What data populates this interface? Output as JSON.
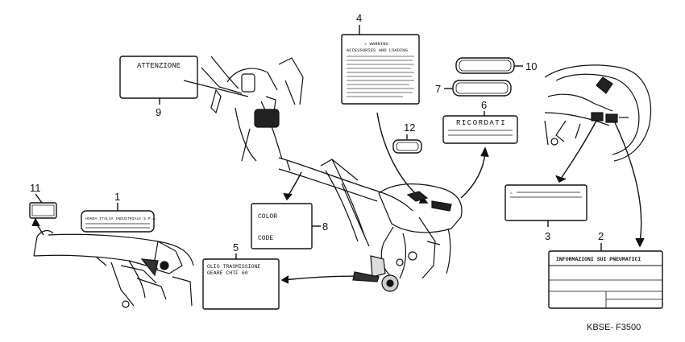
{
  "diagram_code": "KBSE- F3500",
  "callouts": [
    "1",
    "2",
    "3",
    "4",
    "5",
    "6",
    "7",
    "8",
    "9",
    "10",
    "11",
    "12"
  ],
  "labels": {
    "attenzione": "ATTENZIONE",
    "warning_title": "⚠ WARNING",
    "warning_sub": "ACCESSORIES AND LOADING",
    "ricordati": "RICORDATI",
    "color": "COLOR",
    "code": "CODE",
    "olio_line1": "OLIO TRASMISSIONE",
    "olio_line2": "GEARE CHTF 60",
    "info_pneumatici": "INFORMAZIONI SUI PNEUMATICI",
    "label1_text": "HONDA ITALIA INDUSTRIALE S.P.A."
  }
}
